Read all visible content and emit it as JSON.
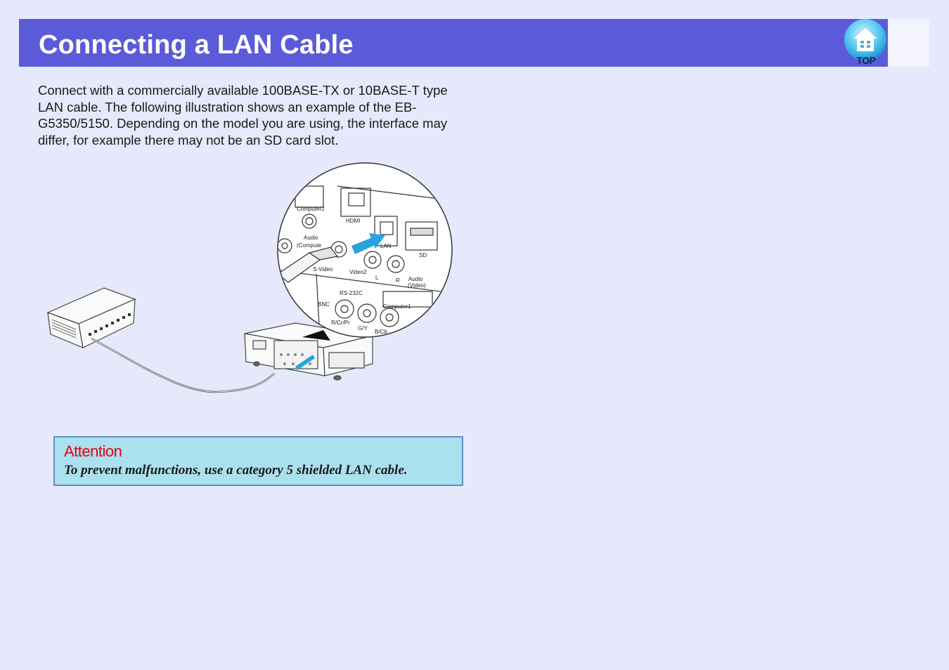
{
  "header": {
    "title": "Connecting a LAN Cable",
    "top_button_label": "TOP"
  },
  "intro": {
    "text": "Connect with a commercially available 100BASE-TX or 10BASE-T type LAN cable. The following illustration shows an example of the EB-G5350/5150. Depending on the model you are using, the interface may differ, for example there may not be an SD card slot."
  },
  "figure": {
    "labels": {
      "computer2": "Computer2",
      "hdmi": "HDMI",
      "audio": "Audio",
      "computer_audio": "(Compute",
      "lan": "LAN",
      "sd": "SD",
      "svideo": "S-Video",
      "video2": "Video2",
      "l": "L",
      "r": "R",
      "audio_video": "Audio",
      "video_paren": "(Video)",
      "rs232c": "RS-232C",
      "bnc": "BNC",
      "computer1": "Computer1",
      "rcrpr": "R/Cr/Pr",
      "gy": "G/Y",
      "bcb": "B/Cb"
    }
  },
  "attention": {
    "title": "Attention",
    "text": "To prevent malfunctions, use a category 5 shielded LAN cable."
  },
  "colors": {
    "header_bg": "#5b5bd9",
    "page_bg": "#e6e9fb",
    "attention_bg": "#abe0ee",
    "attention_title": "#e60012",
    "arrow": "#29a3e0"
  }
}
